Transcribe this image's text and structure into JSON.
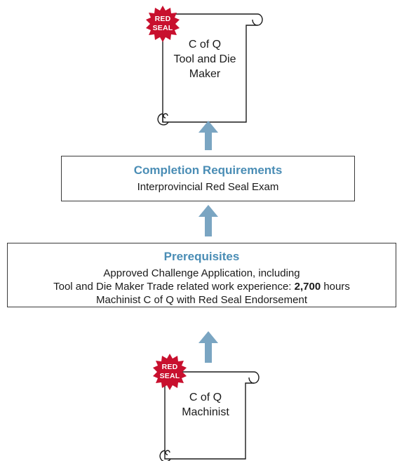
{
  "top_certificate": {
    "seal": {
      "line1": "RED",
      "line2": "SEAL"
    },
    "lines": [
      "C of Q",
      "Tool and Die",
      "Maker"
    ]
  },
  "completion": {
    "title": "Completion Requirements",
    "lines": [
      "Interprovincial Red Seal Exam"
    ]
  },
  "prerequisites": {
    "title": "Prerequisites",
    "line1": "Approved Challenge Application, including",
    "line2_prefix": "Tool and Die Maker Trade related work experience: ",
    "line2_bold": "2,700",
    "line2_suffix": " hours",
    "line3": "Machinist C of Q with Red Seal Endorsement"
  },
  "bottom_certificate": {
    "seal": {
      "line1": "RED",
      "line2": "SEAL"
    },
    "lines": [
      "C of Q",
      "Machinist"
    ]
  },
  "colors": {
    "arrow": "#7aa5c2",
    "title": "#4a8db5",
    "seal": "#c8102e",
    "border": "#3a3a3a"
  }
}
